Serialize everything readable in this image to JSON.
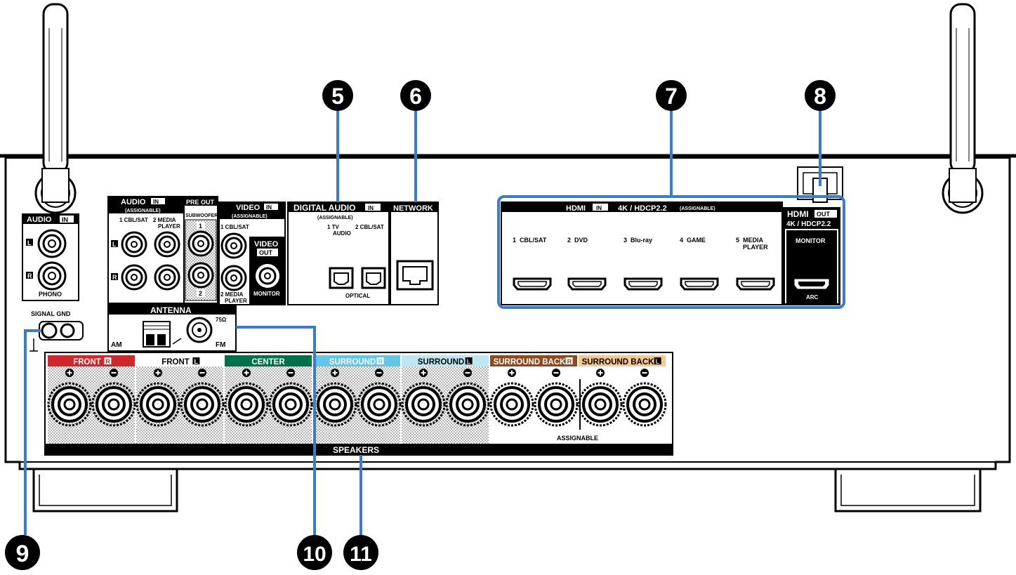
{
  "callouts": {
    "c5": "5",
    "c6": "6",
    "c7": "7",
    "c8": "8",
    "c9": "9",
    "c10": "10",
    "c11": "11"
  },
  "audio_in_phono": {
    "title_a": "AUDIO",
    "title_b": "IN",
    "l": "L",
    "r": "R",
    "label": "PHONO"
  },
  "signal_gnd": {
    "label": "SIGNAL GND"
  },
  "audio_in": {
    "title_a": "AUDIO",
    "title_b": "IN",
    "sub": "(ASSIGNABLE)",
    "ch1": "1 CBL/SAT",
    "ch2a": "2  MEDIA",
    "ch2b": "PLAYER",
    "l": "L",
    "r": "R"
  },
  "pre_out": {
    "title": "PRE OUT",
    "sub": "SUBWOOFER",
    "n1": "1",
    "n2": "2"
  },
  "video_in": {
    "title_a": "VIDEO",
    "title_b": "IN",
    "sub": "(ASSIGNABLE)",
    "ch1": "1 CBL/SAT",
    "ch2a": "2  MEDIA",
    "ch2b": "PLAYER"
  },
  "video_out": {
    "title_a": "VIDEO",
    "title_b": "OUT",
    "label": "MONITOR"
  },
  "digital_audio": {
    "title_a": "DIGITAL AUDIO",
    "title_b": "IN",
    "sub": "(ASSIGNABLE)",
    "ch1a": "1   TV",
    "ch1b": "AUDIO",
    "ch2": "2 CBL/SAT",
    "optical": "OPTICAL"
  },
  "network": {
    "title": "NETWORK"
  },
  "hdmi_in": {
    "title_a": "HDMI",
    "title_b": "IN",
    "title_c": "4K / HDCP2.2",
    "sub": "(ASSIGNABLE)",
    "inputs": [
      {
        "n": "1",
        "name": "CBL/SAT",
        "name2": ""
      },
      {
        "n": "2",
        "name": "DVD",
        "name2": ""
      },
      {
        "n": "3",
        "name": "Blu-ray",
        "name2": ""
      },
      {
        "n": "4",
        "name": "GAME",
        "name2": ""
      },
      {
        "n": "5",
        "name": "MEDIA",
        "name2": "PLAYER"
      }
    ]
  },
  "hdmi_out": {
    "title_a": "HDMI",
    "title_b": "OUT",
    "title_c": "4K / HDCP2.2",
    "label": "MONITOR",
    "arc": "ARC"
  },
  "antenna": {
    "title": "ANTENNA",
    "am": "AM",
    "fm": "FM",
    "ohm": "75Ω"
  },
  "speakers": {
    "label": "SPEAKERS",
    "assignable": "ASSIGNABLE",
    "groups": [
      {
        "a": "FRONT ",
        "b": "R",
        "color": "#d0272d",
        "text": "#ffffff"
      },
      {
        "a": "FRONT ",
        "b": "L",
        "color": "#ffffff",
        "text": "#000000"
      },
      {
        "a": "CENTER",
        "b": "",
        "color": "#00704a",
        "text": "#ffffff"
      },
      {
        "a": "SURROUND ",
        "b": "R",
        "color": "#63c6e6",
        "text": "#ffffff"
      },
      {
        "a": "SURROUND ",
        "b": "L",
        "color": "#bfe6f3",
        "text": "#000000"
      },
      {
        "a": "SURROUND BACK ",
        "b": "R",
        "color": "#8b4a1f",
        "text": "#ffffff"
      },
      {
        "a": "SURROUND BACK ",
        "b": "L",
        "color": "#f6c894",
        "text": "#000000"
      }
    ]
  },
  "colors": {
    "callout_line": "#3a7cc9"
  }
}
